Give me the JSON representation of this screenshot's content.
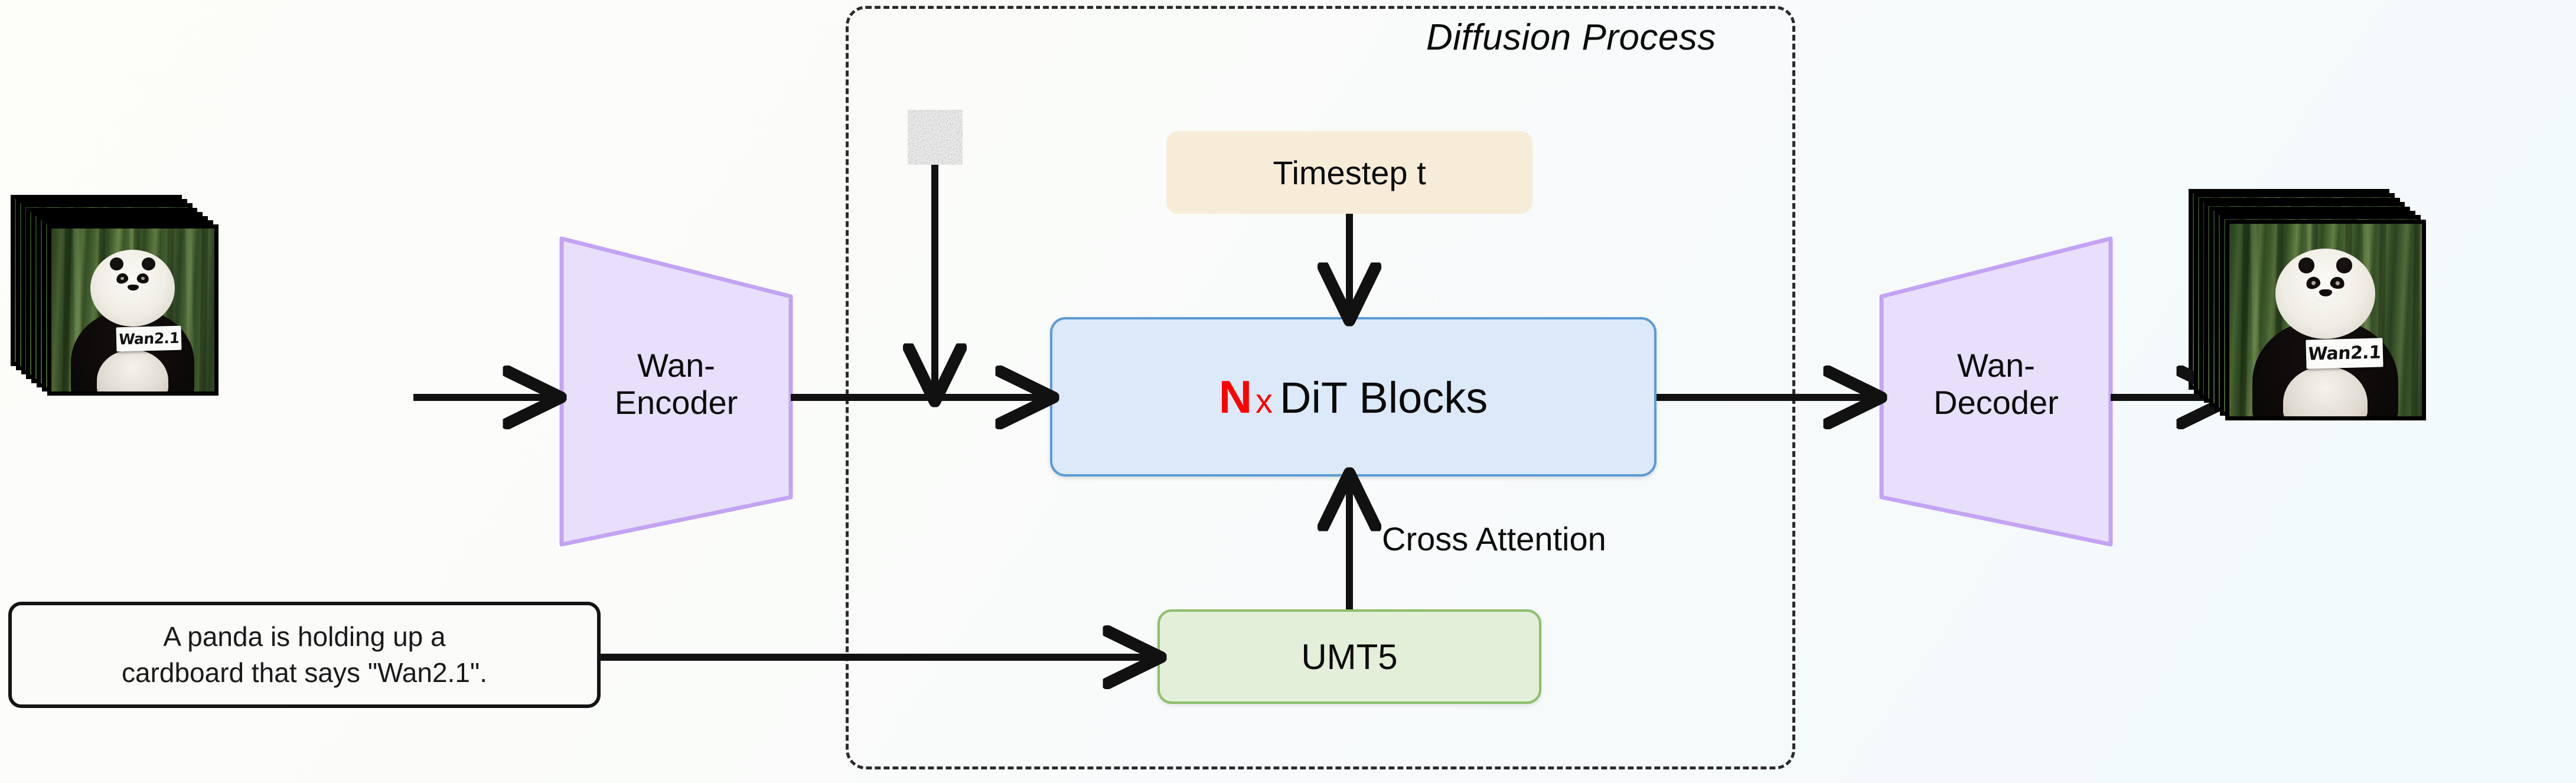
{
  "diagram": {
    "title": "Wan2.1 text-to-video diffusion architecture",
    "background_start": "#fdfdf9",
    "background_end": "#f1fafc"
  },
  "diffusion": {
    "title": "Diffusion Process",
    "border_style": "dash-dot",
    "border_color": "#2b2b2b"
  },
  "input": {
    "name": "input-video-frames",
    "sign_text": "Wan2.1",
    "frame_count": 8
  },
  "output": {
    "name": "output-video-frames",
    "sign_text": "Wan2.1",
    "frame_count": 8
  },
  "prompt": {
    "line1": "A panda is holding up a",
    "line2": "cardboard that says \"Wan2.1\".",
    "full_text": "A panda is holding up a cardboard that says \"Wan2.1\"."
  },
  "nodes": {
    "encoder": {
      "label_line1": "Wan-",
      "label_line2": "Encoder",
      "fill": "#e8dffb",
      "stroke": "#c3a3f2"
    },
    "decoder": {
      "label_line1": "Wan-",
      "label_line2": "Decoder",
      "fill": "#e8dffb",
      "stroke": "#c3a3f2"
    },
    "timestep": {
      "label": "Timestep t",
      "fill": "#f7ecd8"
    },
    "dit": {
      "n_symbol": "N",
      "x_symbol": "x",
      "label": "DiT Blocks",
      "fill": "#dce9f8",
      "stroke": "#5b9bd5",
      "n_color": "#fe0000"
    },
    "umt5": {
      "label": "UMT5",
      "fill": "#e3efd9",
      "stroke": "#8bbf6b"
    },
    "noise": {
      "label": "gaussian-noise-latent"
    }
  },
  "edges": {
    "cross_attention": "Cross Attention"
  }
}
